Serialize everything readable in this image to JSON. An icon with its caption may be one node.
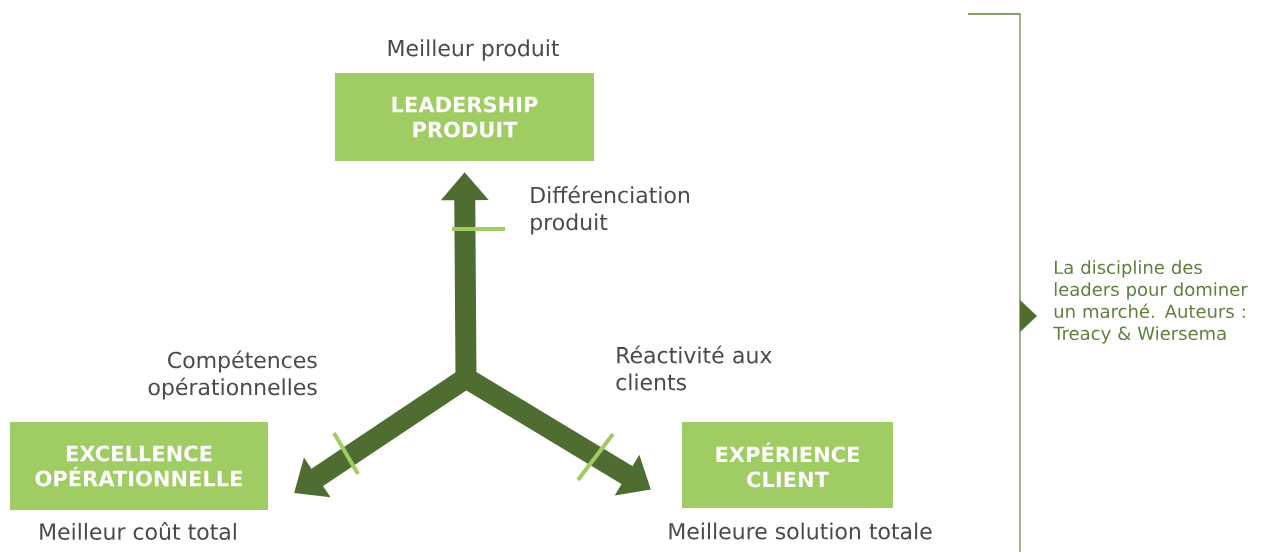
{
  "diagram": {
    "nodes": [
      {
        "text": [
          "LEADERSHIP PRODUIT"
        ],
        "beside": [
          "Meilleur produit"
        ]
      },
      {
        "text": [
          "EXCELLENCE OPÉRATIONNELLE"
        ],
        "beside": [
          "Meilleur coût total"
        ]
      },
      {
        "text": [
          "EXPÉRIENCE CLIENT"
        ],
        "beside": [
          "Meilleure solution totale"
        ]
      }
    ],
    "edges": [
      {
        "from": null,
        "to": 0,
        "arrow": "to",
        "label": "Différenciation produit"
      },
      {
        "from": null,
        "to": 1,
        "arrow": "to",
        "label": "Compétences opérationnelles"
      },
      {
        "from": null,
        "to": 2,
        "arrow": "to",
        "label": "Réactivité aux clients"
      }
    ],
    "labels": [
      "La discipline des leaders pour dominer un marché. Auteurs : Treacy & Wiersema"
    ]
  }
}
